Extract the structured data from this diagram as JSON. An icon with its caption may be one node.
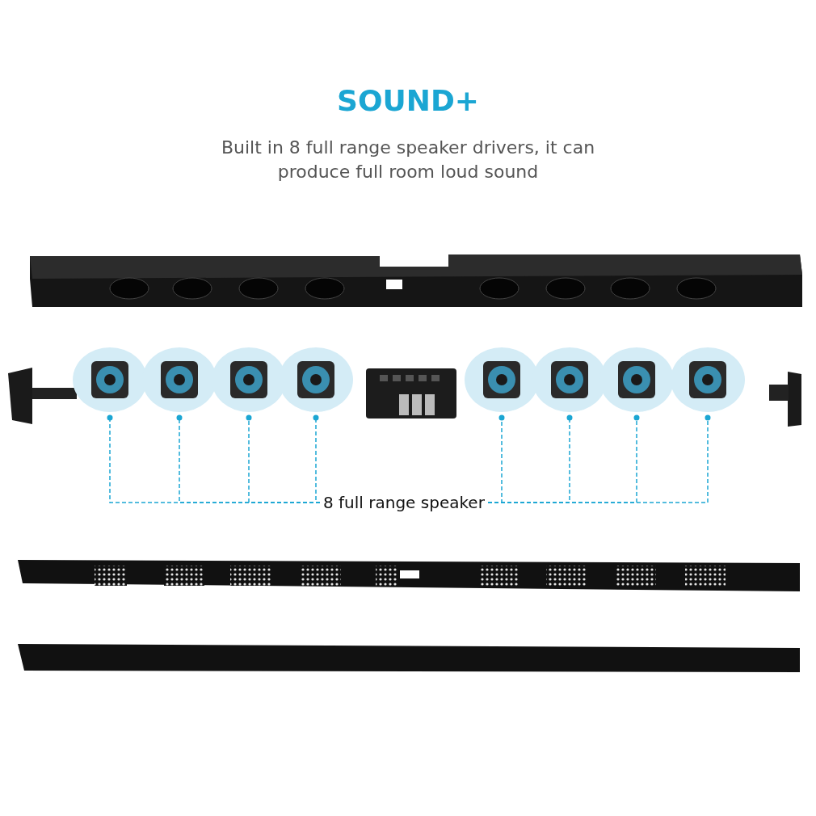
{
  "diagram": {
    "title": "SOUND+",
    "caption": "Built in 8 full range speaker drivers, it can produce full room loud sound",
    "nodes": [
      {
        "text": [
          "8 full range speaker"
        ]
      },
      {
        "text": [],
        "shape": "picture"
      },
      {
        "text": [],
        "shape": "picture"
      },
      {
        "text": [],
        "shape": "picture"
      },
      {
        "text": [],
        "shape": "picture"
      },
      {
        "text": [],
        "shape": "picture"
      },
      {
        "text": [],
        "shape": "picture"
      },
      {
        "text": [],
        "shape": "picture"
      },
      {
        "text": [],
        "shape": "picture"
      }
    ],
    "edges": [
      {
        "from": 0,
        "to": 1,
        "arrow": "other",
        "style": "dashed"
      },
      {
        "from": 0,
        "to": 2,
        "arrow": "other",
        "style": "dashed"
      },
      {
        "from": 0,
        "to": 3,
        "arrow": "other",
        "style": "dashed"
      },
      {
        "from": 0,
        "to": 4,
        "arrow": "other",
        "style": "dashed"
      },
      {
        "from": 0,
        "to": 5,
        "arrow": "other",
        "style": "dashed"
      },
      {
        "from": 0,
        "to": 6,
        "arrow": "other",
        "style": "dashed"
      },
      {
        "from": 0,
        "to": 7,
        "arrow": "other",
        "style": "dashed"
      },
      {
        "from": 0,
        "to": 8,
        "arrow": "other",
        "style": "dashed"
      }
    ]
  }
}
